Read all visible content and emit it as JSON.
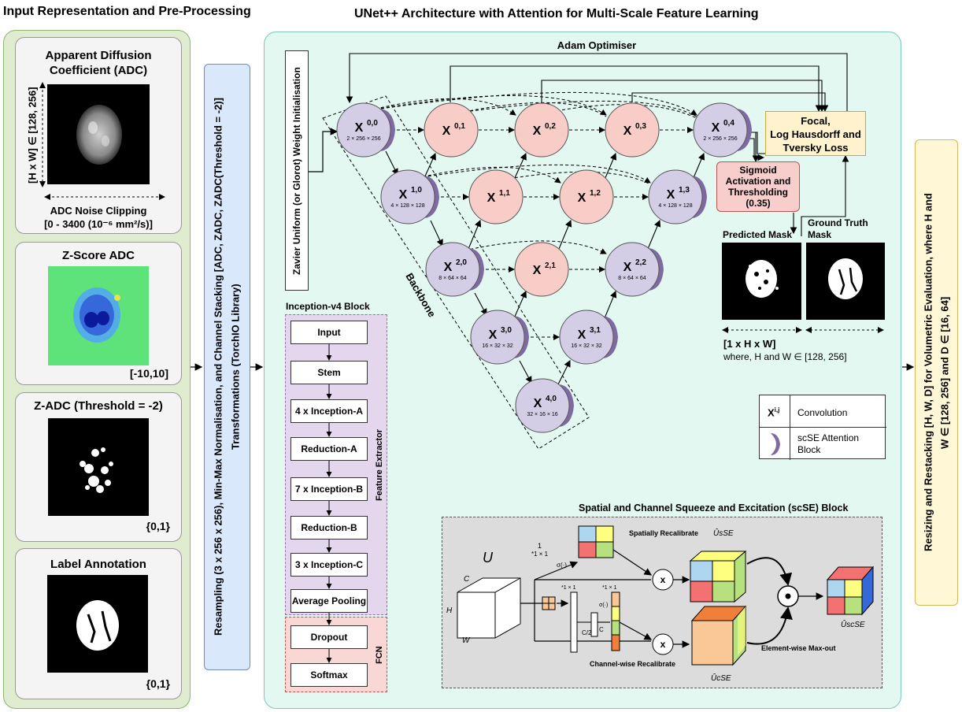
{
  "titles": {
    "left": "Input Representation and Pre-Processing",
    "main": "UNet++ Architecture with Attention for Multi-Scale Feature Learning"
  },
  "inputs": {
    "adc": {
      "title": "Apparent Diffusion Coefficient (ADC)",
      "axis_label": "[H x W] ∈ [128, 256]",
      "caption_line1": "ADC Noise Clipping",
      "caption_line2": "[0 - 3400 (10⁻⁶ mm²/s)]"
    },
    "zscore": {
      "title": "Z-Score ADC",
      "range": "[-10,10]"
    },
    "zadc": {
      "title": "Z-ADC (Threshold = -2)",
      "range": "{0,1}"
    },
    "label": {
      "title": "Label Annotation",
      "range": "{0,1}"
    }
  },
  "preprocess_text_line1": "Resampling (3 x 256 x 256), Min-Max Normalisation, and Channel Stacking [ADC, ZADC, ZADC(Threshold = -2)]",
  "preprocess_text_line2": "Transformations (TorchIO Library)",
  "init_text": "Zavier Uniform (or Glorot) Weight Initialisation",
  "optimiser": "Adam Optimiser",
  "backbone_label": "Backbone",
  "nodes": {
    "n00": {
      "label": "X",
      "sup": "0,0",
      "dim": "2 × 256 × 256"
    },
    "n01": {
      "label": "X",
      "sup": "0,1"
    },
    "n02": {
      "label": "X",
      "sup": "0,2"
    },
    "n03": {
      "label": "X",
      "sup": "0,3"
    },
    "n04": {
      "label": "X",
      "sup": "0,4",
      "dim": "2 × 256 × 256"
    },
    "n10": {
      "label": "X",
      "sup": "1,0",
      "dim": "4 × 128 × 128"
    },
    "n11": {
      "label": "X",
      "sup": "1,1"
    },
    "n12": {
      "label": "X",
      "sup": "1,2"
    },
    "n13": {
      "label": "X",
      "sup": "1,3",
      "dim": "4 × 128 × 128"
    },
    "n20": {
      "label": "X",
      "sup": "2,0",
      "dim": "8 × 64 × 64"
    },
    "n21": {
      "label": "X",
      "sup": "2,1"
    },
    "n22": {
      "label": "X",
      "sup": "2,2",
      "dim": "8 × 64 × 64"
    },
    "n30": {
      "label": "X",
      "sup": "3,0",
      "dim": "16 × 32 × 32"
    },
    "n31": {
      "label": "X",
      "sup": "3,1",
      "dim": "16 × 32 × 32"
    },
    "n40": {
      "label": "X",
      "sup": "4,0",
      "dim": "32 × 16 × 16"
    }
  },
  "loss": {
    "line1": "Focal,",
    "line2": "Log Hausdorff and",
    "line3": "Tversky Loss"
  },
  "sigmoid": {
    "line1": "Sigmoid",
    "line2": "Activation and",
    "line3": "Thresholding",
    "line4": "(0.35)"
  },
  "predicted_mask": "Predicted Mask",
  "ground_truth_line1": "Ground Truth",
  "ground_truth_line2": "Mask",
  "output_dims": "[1 x H x W]",
  "output_where": "where, H and W ∈ [128, 256]",
  "legend": {
    "symbol": "X",
    "symbol_sup": "i,j",
    "conv": "Convolution",
    "attn_line1": "scSE Attention",
    "attn_line2": "Block"
  },
  "inception": {
    "title": "Inception-v4 Block",
    "blocks": [
      "Input",
      "Stem",
      "4 x Inception-A",
      "Reduction-A",
      "7 x Inception-B",
      "Reduction-B",
      "3 x Inception-C",
      "Average Pooling"
    ],
    "fcn_blocks": [
      "Dropout",
      "Softmax"
    ],
    "feature_extractor": "Feature Extractor",
    "fcn_label": "FCN"
  },
  "scse": {
    "title": "Spatial and Channel Squeeze and Excitation (scSE) Block",
    "U": "U",
    "C": "C",
    "H": "H",
    "W": "W",
    "spatial_label": "Spatially Recalibrate",
    "channel_label": "Channel-wise Recalibrate",
    "maxout_label": "Element-wise Max-out",
    "u_sse": "ÛsSE",
    "u_cse": "ÛcSE",
    "u_scse": "ÛscSE",
    "conv1_top": "1",
    "conv1_bottom": "*1 × 1",
    "sigma": "σ(·)",
    "c_over_2": "C/2",
    "c_full": "C",
    "mult": "x",
    "star1": "*1 × 1"
  },
  "right_text_line1": "Resizing and Restacking [H, W, D] for Volumetric Evaluation, where H and",
  "right_text_line2": "W ∈ [128, 256] and D ∈ [16, 64]",
  "colors": {
    "left_panel": "#dfeccf",
    "main_panel": "#e3f8f1",
    "encoder_node": "#d4cde6",
    "decoder_node": "#f8cdc7",
    "attn": "#7e6aa0",
    "loss_box": "#fff2cc",
    "sigmoid_box": "#f8cecc",
    "inception_bg": "#e4d6ec",
    "fcn_bg": "#f8d7d4",
    "scse_bg": "#dcdcdc",
    "preprocess_bg": "#dae8fc",
    "right_bg": "#fff7d6"
  }
}
